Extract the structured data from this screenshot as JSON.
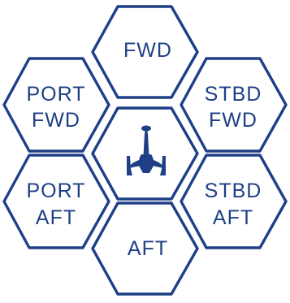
{
  "sections": {
    "fwd": {
      "lines": [
        "FWD"
      ]
    },
    "port_fwd": {
      "lines": [
        "PORT",
        "FWD"
      ]
    },
    "stbd_fwd": {
      "lines": [
        "STBD",
        "FWD"
      ]
    },
    "port_aft": {
      "lines": [
        "PORT",
        "AFT"
      ]
    },
    "stbd_aft": {
      "lines": [
        "STBD",
        "AFT"
      ]
    },
    "aft": {
      "lines": [
        "AFT"
      ]
    }
  },
  "center": {
    "icon": "klingon-ship-icon"
  },
  "colors": {
    "line": "#1f3f86",
    "background": "#ffffff"
  }
}
